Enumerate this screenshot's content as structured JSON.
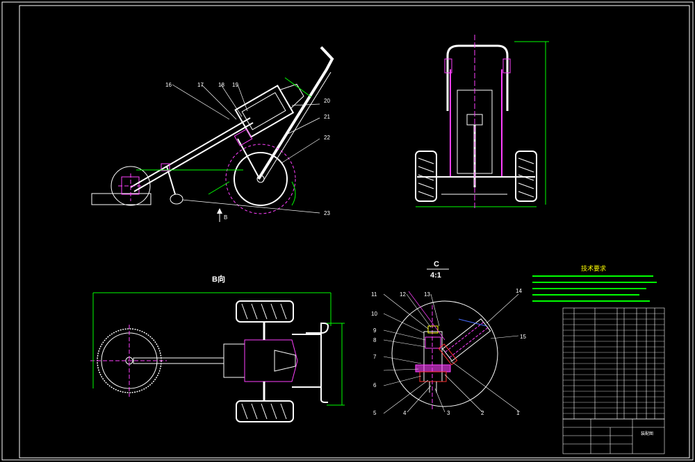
{
  "drawing": {
    "view_b_label": "B向",
    "view_c_label": "C",
    "view_c_scale": "4:1",
    "arrow_b_label": "B",
    "tech_req_title": "技术要求",
    "title_block_name": "装配图"
  },
  "callouts_side": [
    "16",
    "17",
    "18",
    "19",
    "20",
    "21",
    "22",
    "23"
  ],
  "callouts_detail_left": [
    "11",
    "12",
    "10",
    "9",
    "8",
    "7",
    "6",
    "5"
  ],
  "callouts_detail_bottom": [
    "4",
    "3",
    "2",
    "1"
  ],
  "callouts_detail_right": [
    "13",
    "14",
    "15"
  ],
  "colors": {
    "frame": "#ffffff",
    "outline": "#ffffff",
    "magenta": "#ff40ff",
    "green": "#00ff00",
    "red": "#ff3030",
    "blue": "#4a6cff",
    "yellow": "#ffff00",
    "cyan": "#00ffff"
  }
}
